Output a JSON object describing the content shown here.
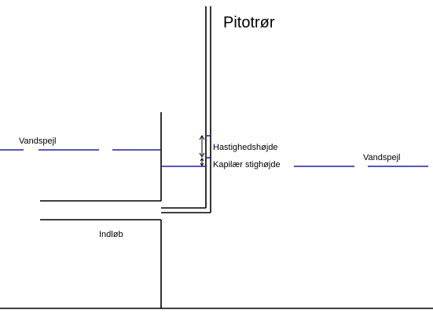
{
  "title": "Pitotrør",
  "labels": {
    "water_level_left": "Vandspejl",
    "water_level_right": "Vandspejl",
    "velocity_head": "Hastighedshøjde",
    "capillary_rise": "Kapilær stighøjde",
    "inlet": "Indløb"
  },
  "colors": {
    "line": "#000000",
    "water": "#1f1fa8",
    "background": "#ffffff"
  }
}
